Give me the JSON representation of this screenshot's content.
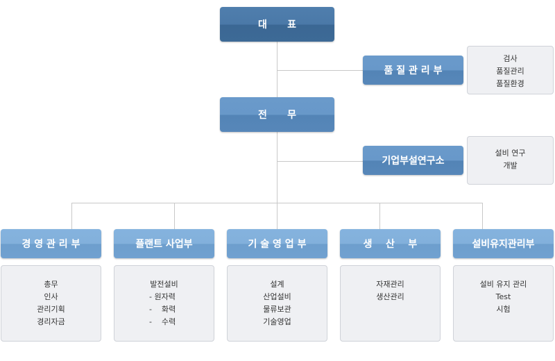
{
  "top": {
    "label": "대      표"
  },
  "qa": {
    "label": "품 질 관 리 부",
    "items": [
      "검사",
      "품질관리",
      "품질환경"
    ]
  },
  "exec": {
    "label": "전      무"
  },
  "lab": {
    "label": "기업부설연구소",
    "items": [
      "설비 연구",
      "개발"
    ]
  },
  "departments": [
    {
      "label": "경 영 관 리 부",
      "items": [
        "총무",
        "인사",
        "관리기획",
        "경리자금"
      ]
    },
    {
      "label": "플랜트 사업부",
      "items": [
        "발전설비",
        "- 원자력",
        "-    화력",
        "-    수력"
      ]
    },
    {
      "label": "기 술 영 업 부",
      "items": [
        "설계",
        "산업설비",
        "물류보관",
        "기술영업"
      ]
    },
    {
      "label": "생    산    부",
      "items": [
        "자재관리",
        "생산관리"
      ]
    },
    {
      "label": "설비유지관리부",
      "items": [
        "설비 유지 관리",
        "Test",
        "시험"
      ]
    }
  ],
  "colors": {
    "dark": "#3d6a96",
    "mid": "#5787b9",
    "light": "#71a1d0",
    "line": "#c8c8c8",
    "box_bg": "#eff0f3"
  }
}
